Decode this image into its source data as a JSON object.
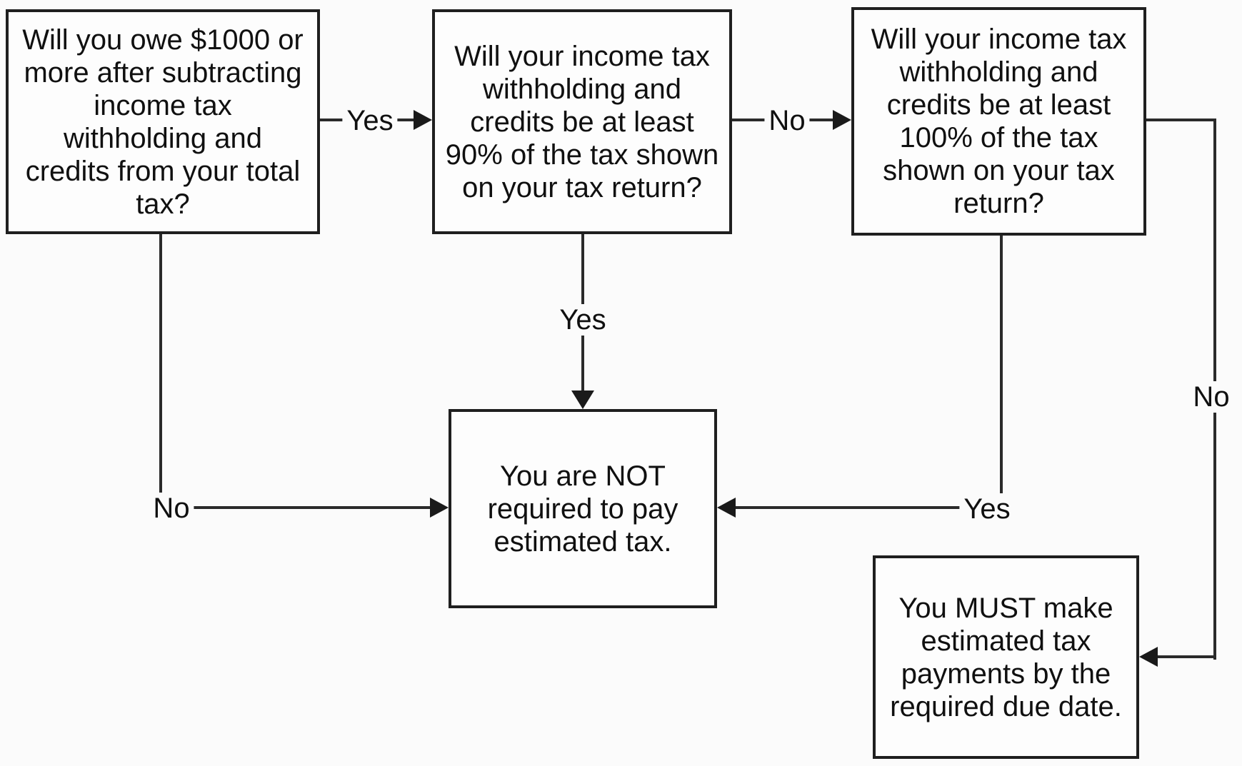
{
  "colors": {
    "background": "#fbfbfb",
    "box_border": "#1f1f1f",
    "line": "#2a2a2a",
    "text": "#101010"
  },
  "flowchart": {
    "nodes": {
      "q1": {
        "text": "Will you owe $1000 or\nmore after subtracting\nincome tax\nwithholding and\ncredits from your total\ntax?"
      },
      "q2": {
        "text": "Will your income tax\nwithholding and\ncredits be at least\n90% of the tax shown\non your tax return?"
      },
      "q3": {
        "text": "Will your income tax\nwithholding and\ncredits be at least\n100% of the tax\nshown on your tax\nreturn?"
      },
      "not_required": {
        "text": "You are NOT\nrequired to pay\nestimated tax."
      },
      "must_pay": {
        "text": "You MUST make\nestimated tax\npayments by the\nrequired due date."
      }
    },
    "edge_labels": {
      "q1_to_q2": "Yes",
      "q2_to_q3": "No",
      "q2_to_not_required": "Yes",
      "q1_to_not_required": "No",
      "q3_to_not_required": "Yes",
      "q3_to_must_pay": "No"
    }
  }
}
